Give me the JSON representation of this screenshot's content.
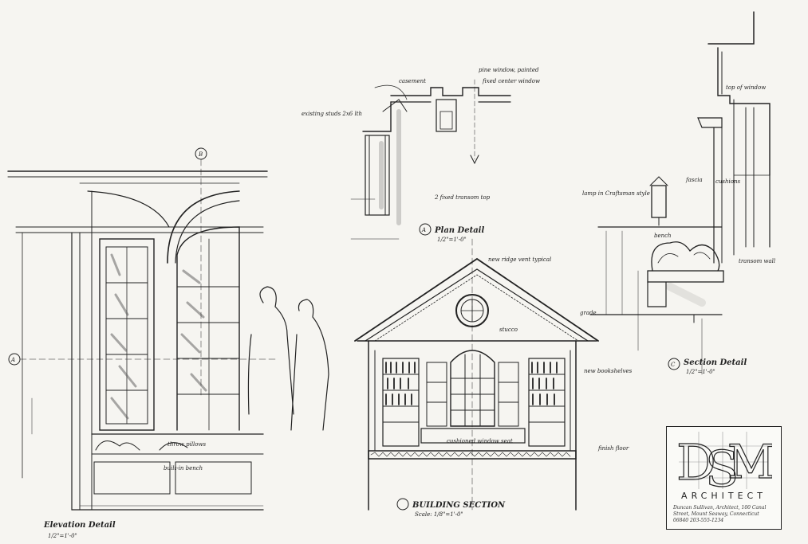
{
  "drawing": {
    "plan_detail": {
      "title": "Plan Detail",
      "scale": "1/2\"=1'-0\"",
      "marker": "A"
    },
    "section_detail": {
      "title": "Section Detail",
      "scale": "1/2\"=1'-0\"",
      "marker": "C"
    },
    "elevation_detail": {
      "title": "Elevation Detail",
      "scale": "1/2\"=1'-0\""
    },
    "building_section": {
      "title": "BUILDING SECTION",
      "scale": "Scale: 1/8\"=1'-0\""
    },
    "grid_markers": [
      "A",
      "B"
    ],
    "notes": {
      "pine_window": "pine window, painted",
      "fixed_center": "fixed center window",
      "casement": "casement",
      "existing_studs": "existing studs 2x6 lth",
      "fixed_transom": "2 fixed transom top",
      "new_ridge": "new ridge vent typical",
      "lamp": "lamp in Craftsman style",
      "bench": "bench",
      "grade": "grade",
      "finish_floor": "finish floor",
      "cushions": "cushions",
      "fascia": "fascia",
      "new_shelves": "new bookshelves",
      "transom_wall": "transom wall",
      "top_of_window": "top of window",
      "cushioned_seat": "cushioned window seat",
      "stucco": "stucco",
      "throw_pillows": "throw pillows",
      "built_in": "built-in bench"
    }
  },
  "logo": {
    "monogram": "DSM",
    "word": "ARCHITECT",
    "address": "Duncan Sullivan, Architect, 100 Canal Street, Mount Seaway, Connecticut 06840 203-555-1234"
  }
}
